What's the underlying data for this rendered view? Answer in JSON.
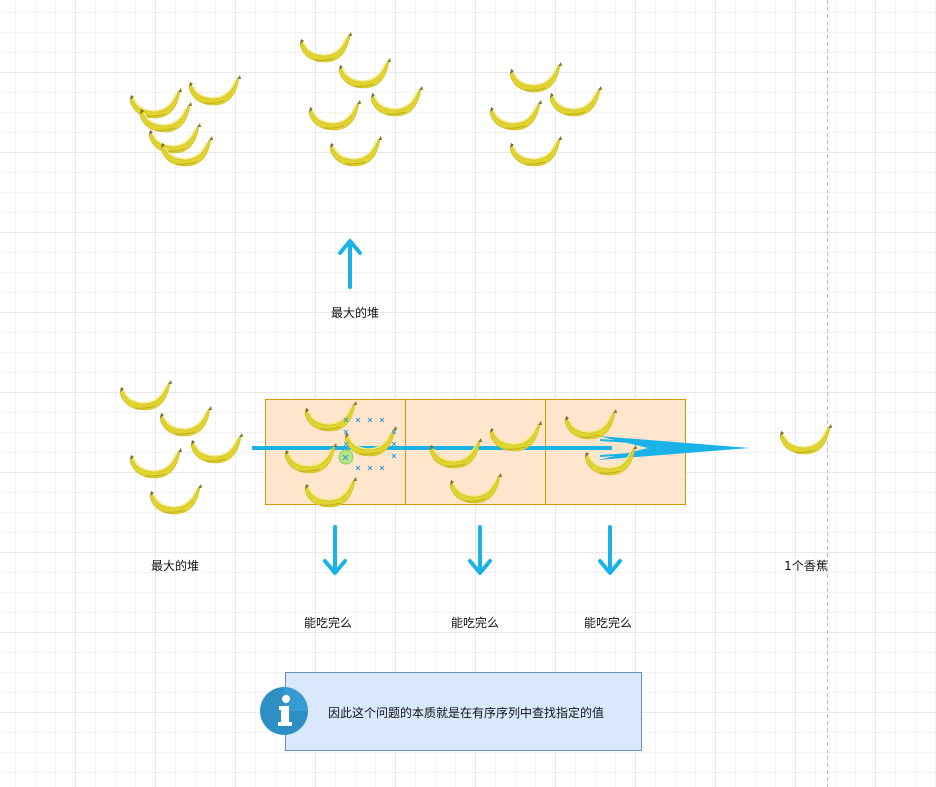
{
  "labels": {
    "max_pile_top": "最大的堆",
    "max_pile_bottom": "最大的堆",
    "one_banana": "1个香蕉",
    "can_finish_1": "能吃完么",
    "can_finish_2": "能吃完么",
    "can_finish_3": "能吃完么"
  },
  "note": {
    "text": "因此这个问题的本质就是在有序序列中查找指定的值",
    "icon": "info-icon"
  },
  "colors": {
    "arrow": "#1ab3e8",
    "cell_fill": "#ffe6cc",
    "cell_border": "#d79b00",
    "note_fill": "#dae8fc",
    "note_border": "#6c8ebf",
    "banana": "#e8d93a",
    "selection_handle": "#a6e37a"
  },
  "icons": {
    "banana": "banana-icon",
    "arrow_up": "arrow-up-icon",
    "arrow_down": "arrow-down-icon",
    "arrow_right": "arrow-right-icon"
  }
}
